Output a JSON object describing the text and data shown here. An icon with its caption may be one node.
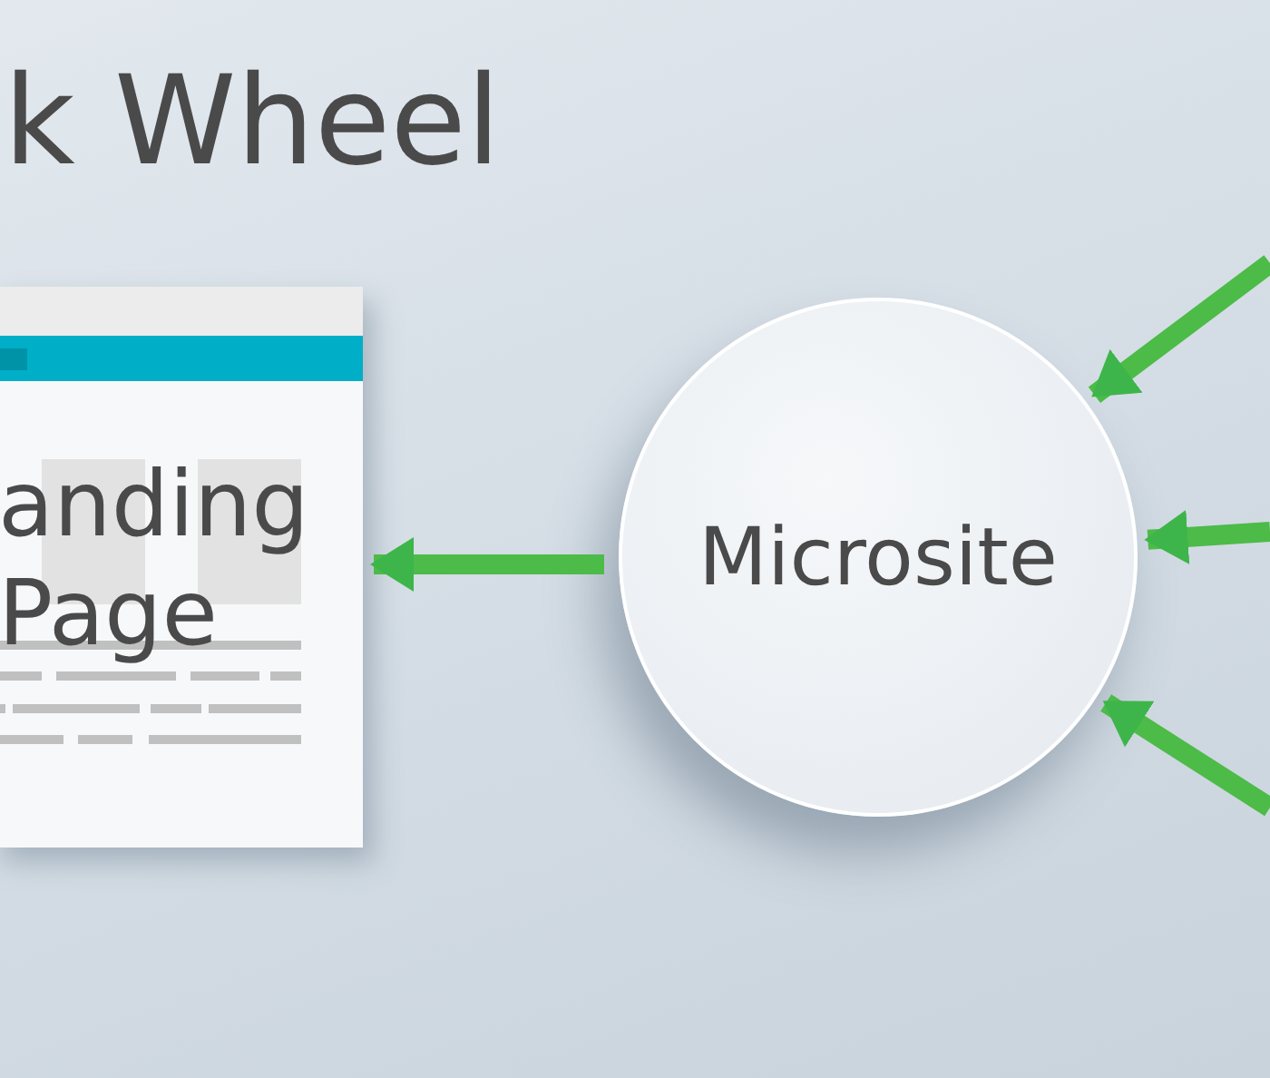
{
  "diagram": {
    "title": "k Wheel",
    "nodes": [
      {
        "text": [
          "anding Page"
        ]
      },
      {
        "text": [
          "Microsite"
        ]
      }
    ],
    "edges": [
      {
        "from": 1,
        "to": 0,
        "arrow": "to"
      },
      {
        "from": null,
        "to": 1,
        "arrow": "to"
      },
      {
        "from": null,
        "to": 1,
        "arrow": "to"
      },
      {
        "from": null,
        "to": 1,
        "arrow": "to"
      }
    ]
  }
}
